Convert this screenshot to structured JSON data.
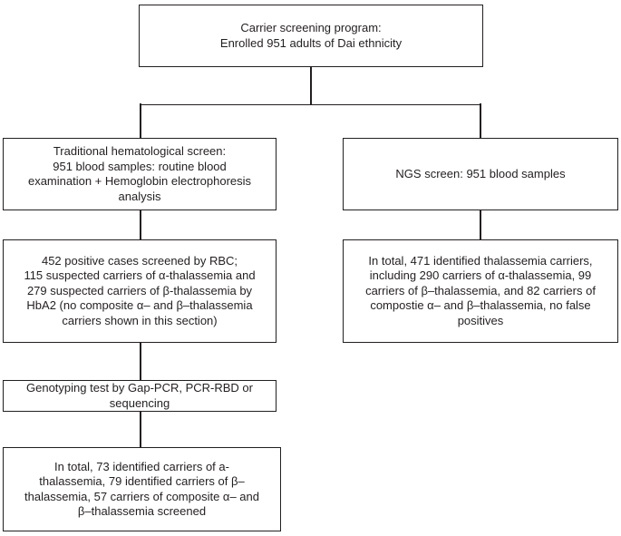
{
  "colors": {
    "line": "#231f20",
    "text": "#231f20",
    "background": "#ffffff"
  },
  "flowchart": {
    "nodes": {
      "enrollment": {
        "lines": [
          "Carrier screening program:",
          "Enrolled 951 adults of Dai ethnicity"
        ]
      },
      "hematological_screen": {
        "lines": [
          "Traditional hematological screen:",
          "951 blood samples: routine blood",
          "examination + Hemoglobin electrophoresis",
          "analysis"
        ]
      },
      "ngs_screen": {
        "lines": [
          "NGS screen: 951 blood samples"
        ]
      },
      "rbc_positive": {
        "lines": [
          "452 positive cases screened by RBC;",
          "115 suspected carriers of α-thalassemia and",
          "279 suspected carriers of β-thalassemia by",
          "HbA2 (no composite α– and β–thalassemia",
          "carriers shown in this section)"
        ]
      },
      "ngs_results": {
        "lines": [
          "In total, 471 identified thalassemia carriers,",
          "including 290 carriers of α-thalassemia, 99",
          "carriers of β–thalassemia, and 82 carriers of",
          "compostie α– and β–thalassemia, no false",
          "positives"
        ]
      },
      "genotyping": {
        "lines": [
          "Genotyping test by Gap-PCR, PCR-RBD or",
          "sequencing"
        ]
      },
      "genotyping_results": {
        "lines": [
          "In total, 73 identified carriers of a-",
          "thalassemia, 79 identified carriers of β–",
          "thalassemia, 57 carriers of composite α– and",
          "β–thalassemia screened"
        ]
      }
    },
    "edges": [
      {
        "from": "enrollment",
        "to": "hematological_screen"
      },
      {
        "from": "enrollment",
        "to": "ngs_screen"
      },
      {
        "from": "hematological_screen",
        "to": "rbc_positive"
      },
      {
        "from": "ngs_screen",
        "to": "ngs_results"
      },
      {
        "from": "rbc_positive",
        "to": "genotyping"
      },
      {
        "from": "genotyping",
        "to": "genotyping_results"
      }
    ]
  }
}
